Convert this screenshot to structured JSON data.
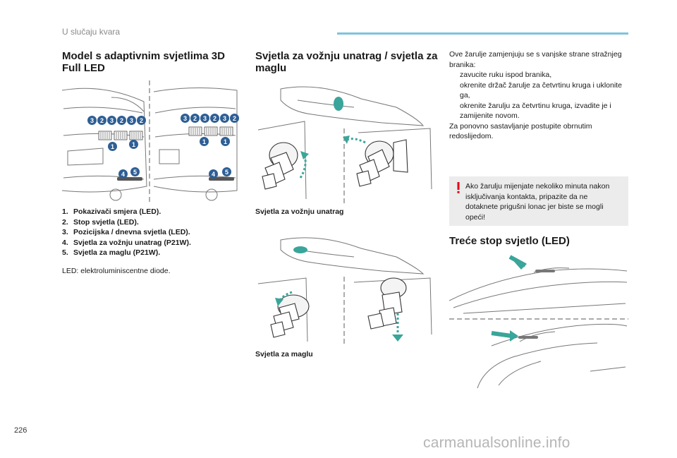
{
  "header": {
    "section": "U slučaju kvara"
  },
  "left": {
    "heading": "Model s adaptivnim svjetlima 3D Full LED",
    "items": [
      {
        "num": "1.",
        "text": "Pokazivači smjera (LED)."
      },
      {
        "num": "2.",
        "text": "Stop svjetla (LED)."
      },
      {
        "num": "3.",
        "text": "Pozicijska / dnevna svjetla (LED)."
      },
      {
        "num": "4.",
        "text": "Svjetla za vožnju unatrag (P21W)."
      },
      {
        "num": "5.",
        "text": "Svjetla za maglu (P21W)."
      }
    ],
    "note": "LED: elektroluminiscentne diode.",
    "figure_callouts": {
      "row1": [
        "3",
        "2",
        "3",
        "2",
        "3",
        "2"
      ],
      "one": "1",
      "four": "4",
      "five": "5"
    }
  },
  "middle": {
    "heading": "Svjetla za vožnju unatrag / svjetla za maglu",
    "caption_reverse": "Svjetla za vožnju unatrag",
    "caption_fog": "Svjetla za maglu"
  },
  "right": {
    "intro": "Ove žarulje zamjenjuju se s vanjske strane stražnjeg branika:",
    "bullet_icon": "",
    "steps": [
      "zavucite ruku ispod branika,",
      "okrenite držač žarulje za četvrtinu kruga i uklonite ga,",
      "okrenite žarulju za četvrtinu kruga, izvadite je i zamijenite novom."
    ],
    "reassembly": "Za ponovno sastavljanje postupite obrnutim redoslijedom.",
    "warning": "Ako žarulju mijenjate nekoliko minuta nakon isključivanja kontakta, pripazite da ne dotaknete prigušni lonac jer biste se mogli opeći!",
    "third_heading": "Treće stop svjetlo (LED)"
  },
  "footer": {
    "page_number": "226",
    "watermark": "carmanualsonline.info"
  },
  "colors": {
    "callout": "#2e5f95",
    "accent": "#3aa59a",
    "bar": "#7fc3dc",
    "warning": "#e2001a"
  }
}
